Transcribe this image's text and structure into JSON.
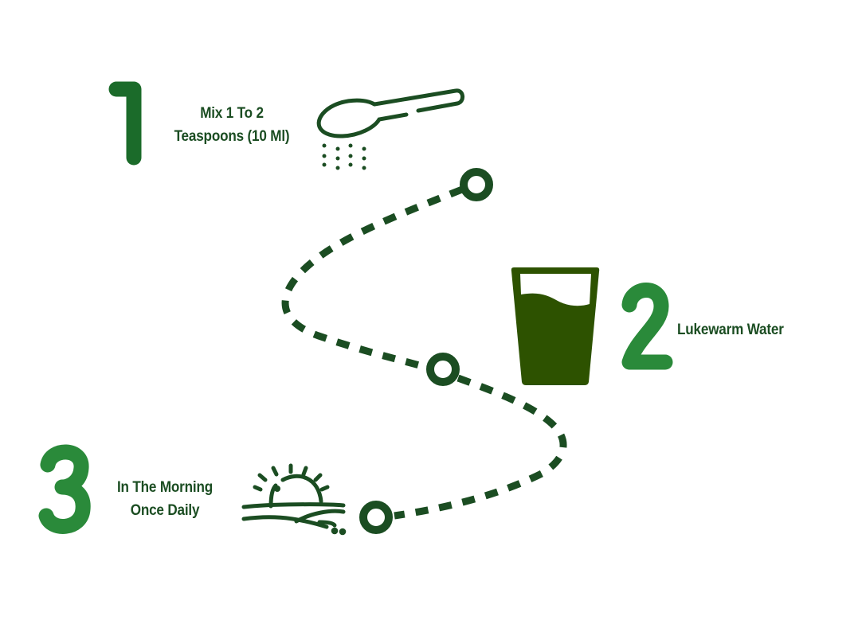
{
  "colors": {
    "dark_green": "#1b4d22",
    "bright_green": "#2a8a3a",
    "glass_green": "#2d5200",
    "background": "#ffffff"
  },
  "steps": [
    {
      "number": "1",
      "lines": [
        "Mix 1 To 2",
        "Teaspoons (10 Ml)"
      ],
      "icon": "spoon-icon"
    },
    {
      "number": "2",
      "lines": [
        "Lukewarm Water"
      ],
      "icon": "glass-of-water-icon"
    },
    {
      "number": "3",
      "lines": [
        "In The Morning",
        "Once Daily"
      ],
      "icon": "sunrise-icon"
    }
  ],
  "path": {
    "nodes": 3,
    "style": "dashed"
  }
}
